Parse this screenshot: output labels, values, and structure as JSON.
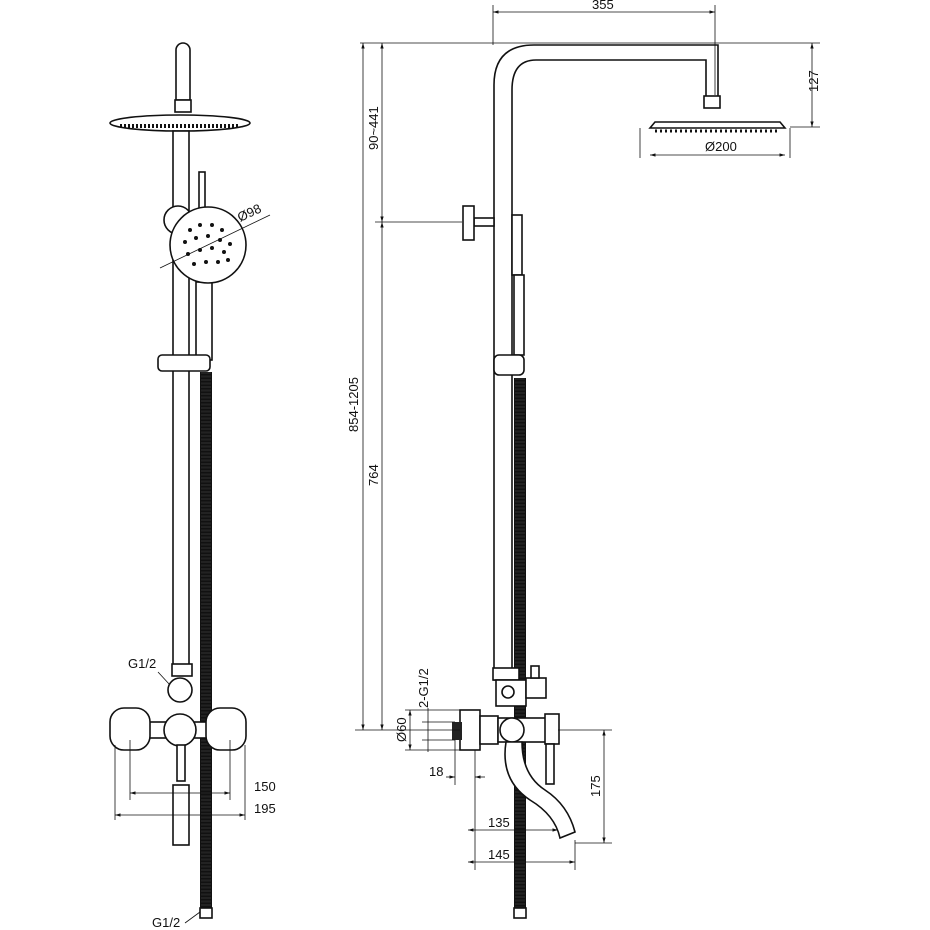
{
  "drawing": {
    "front_view": {
      "hand_shower_diameter": "Ø98",
      "inlet_label": "G1/2",
      "hose_connection_label": "G1/2",
      "inlet_spacing": "150",
      "overall_width": "195"
    },
    "side_view": {
      "arm_reach": "355",
      "head_drop": "127",
      "head_diameter": "Ø200",
      "adjustable_upper": "90~441",
      "total_height_range": "854-1205",
      "mixer_to_rod_height": "764",
      "flange_diameter": "Ø60",
      "inlets": "2-G1/2",
      "eccentric_thread": "18",
      "spout_height": "175",
      "spout_reach_inner": "135",
      "spout_reach_outer": "145"
    }
  }
}
